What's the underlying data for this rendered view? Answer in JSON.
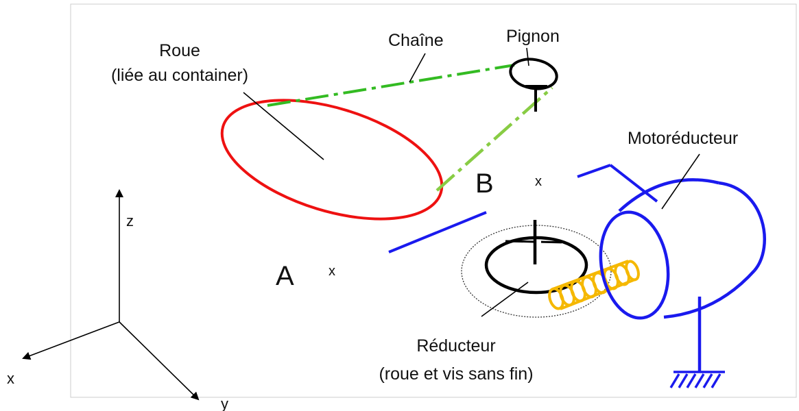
{
  "labels": {
    "roue_line1": "Roue",
    "roue_line2": "(liée au container)",
    "chaine": "Chaîne",
    "pignon": "Pignon",
    "motoreducteur": "Motoréducteur",
    "reducteur_line1": "Réducteur",
    "reducteur_line2": "(roue et vis sans fin)",
    "point_a": "A",
    "point_b": "B",
    "mark_a": "x",
    "mark_b": "x"
  },
  "axes": {
    "x": "x",
    "y": "y",
    "z": "z"
  },
  "colors": {
    "roue": "#ee1111",
    "chaine": "#33bb22",
    "chaine_light": "#88cc44",
    "structure": "#1a1aee",
    "vis": "#f5b800",
    "ink": "#000000",
    "frame": "#cccccc"
  }
}
